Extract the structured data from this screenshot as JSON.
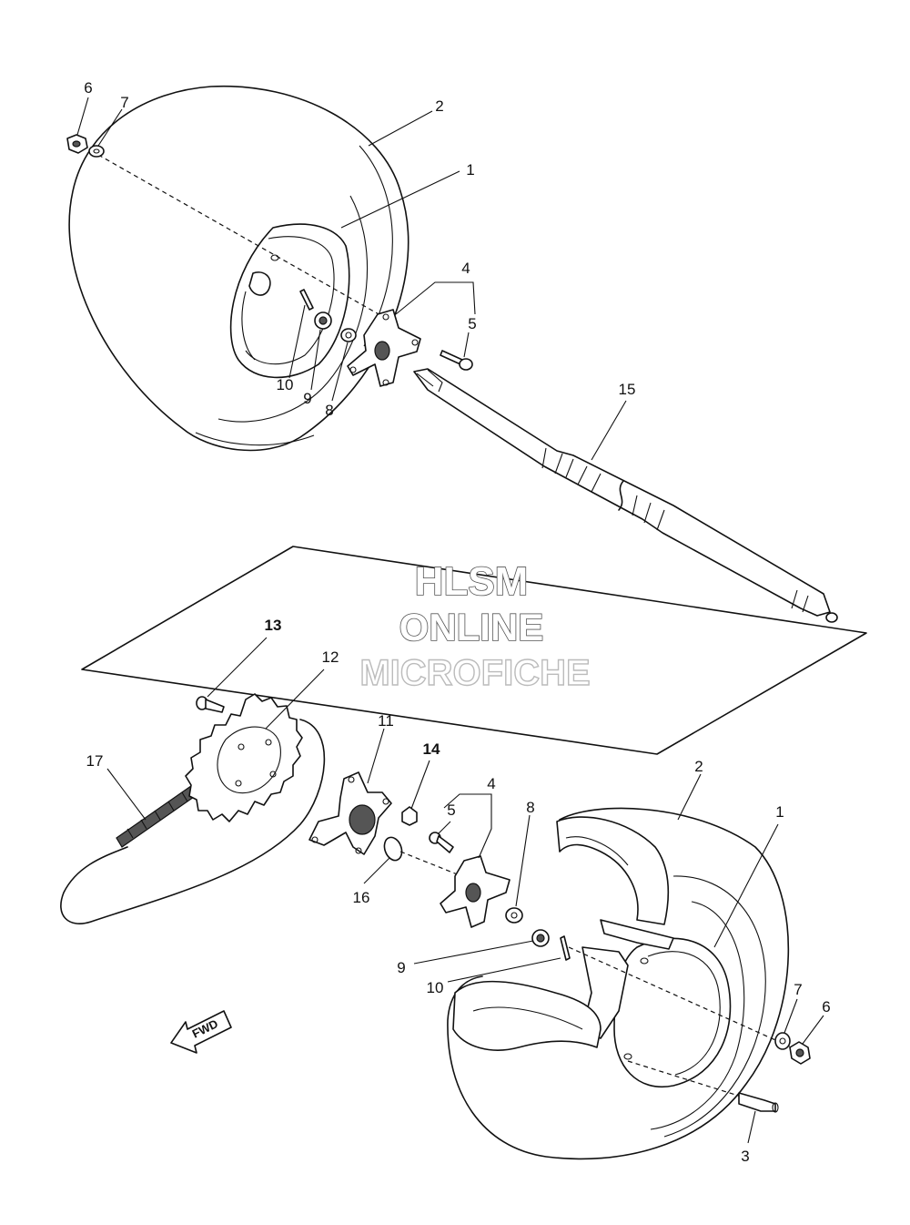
{
  "watermark": {
    "line1": "HLSM",
    "line2": "ONLINE",
    "line3": "MICROFICHE"
  },
  "direction_arrow": "FWD",
  "callouts": [
    {
      "id": "c6a",
      "label": "6"
    },
    {
      "id": "c7a",
      "label": "7"
    },
    {
      "id": "c2a",
      "label": "2"
    },
    {
      "id": "c1a",
      "label": "1"
    },
    {
      "id": "c4a",
      "label": "4"
    },
    {
      "id": "c5a",
      "label": "5"
    },
    {
      "id": "c10a",
      "label": "10"
    },
    {
      "id": "c9a",
      "label": "9"
    },
    {
      "id": "c8a",
      "label": "8"
    },
    {
      "id": "c15",
      "label": "15"
    },
    {
      "id": "c13",
      "label": "13"
    },
    {
      "id": "c12",
      "label": "12"
    },
    {
      "id": "c11",
      "label": "11"
    },
    {
      "id": "c14",
      "label": "14"
    },
    {
      "id": "c17",
      "label": "17"
    },
    {
      "id": "c4b",
      "label": "4"
    },
    {
      "id": "c5b",
      "label": "5"
    },
    {
      "id": "c8b",
      "label": "8"
    },
    {
      "id": "c2b",
      "label": "2"
    },
    {
      "id": "c1b",
      "label": "1"
    },
    {
      "id": "c16",
      "label": "16"
    },
    {
      "id": "c9b",
      "label": "9"
    },
    {
      "id": "c10b",
      "label": "10"
    },
    {
      "id": "c7b",
      "label": "7"
    },
    {
      "id": "c6b",
      "label": "6"
    },
    {
      "id": "c3",
      "label": "3"
    }
  ]
}
